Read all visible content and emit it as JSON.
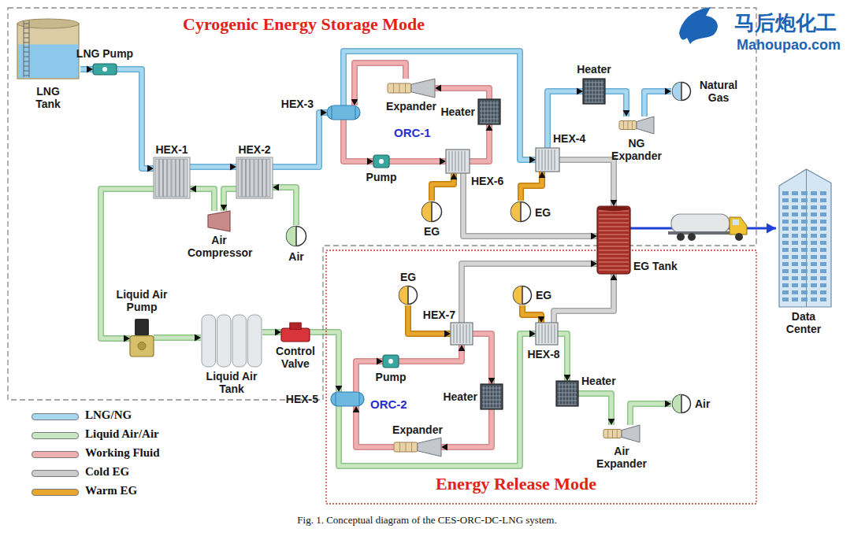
{
  "diagram": {
    "caption": "Fig. 1. Conceptual diagram of the CES-ORC-DC-LNG system.",
    "nodes": [
      {
        "text": [
          "LNG Tank"
        ]
      },
      {
        "text": [
          "LNG Pump"
        ]
      },
      {
        "text": [
          "HEX-1"
        ]
      },
      {
        "text": [
          "HEX-2"
        ]
      },
      {
        "text": [
          "Air Compressor"
        ]
      },
      {
        "text": [
          "Air"
        ]
      },
      {
        "text": [
          "HEX-3"
        ]
      },
      {
        "text": [
          "Expander"
        ]
      },
      {
        "text": [
          "Heater"
        ]
      },
      {
        "text": [
          "Pump"
        ]
      },
      {
        "text": [
          "HEX-6"
        ]
      },
      {
        "text": [
          "EG"
        ]
      },
      {
        "text": [
          "HEX-4"
        ]
      },
      {
        "text": [
          "EG"
        ]
      },
      {
        "text": [
          "Heater"
        ]
      },
      {
        "text": [
          "NG Expander"
        ]
      },
      {
        "text": [
          "Natural Gas"
        ]
      },
      {
        "text": [
          "EG Tank"
        ]
      },
      {
        "text": [
          "Data Center"
        ]
      },
      {
        "text": [
          "Liquid Air Pump"
        ]
      },
      {
        "text": [
          "Liquid Air Tank"
        ]
      },
      {
        "text": [
          "Control Valve"
        ]
      },
      {
        "text": [
          "HEX-5"
        ]
      },
      {
        "text": [
          "Pump"
        ]
      },
      {
        "text": [
          "HEX-7"
        ]
      },
      {
        "text": [
          "EG"
        ]
      },
      {
        "text": [
          "Heater"
        ]
      },
      {
        "text": [
          "Expander"
        ]
      },
      {
        "text": [
          "HEX-8"
        ]
      },
      {
        "text": [
          "EG"
        ]
      },
      {
        "text": [
          "Heater"
        ]
      },
      {
        "text": [
          "Air Expander"
        ]
      },
      {
        "text": [
          "Air"
        ]
      }
    ],
    "edges": [
      {
        "from": 0,
        "to": 1,
        "arrow": "to"
      },
      {
        "from": 1,
        "to": 2,
        "arrow": "to"
      },
      {
        "from": 2,
        "to": 3,
        "arrow": "to"
      },
      {
        "from": 3,
        "to": 6,
        "arrow": "to"
      },
      {
        "from": 6,
        "to": 12,
        "arrow": "to"
      },
      {
        "from": 12,
        "to": 14,
        "arrow": "to"
      },
      {
        "from": 14,
        "to": 15,
        "arrow": "to"
      },
      {
        "from": 15,
        "to": 16,
        "arrow": "to"
      },
      {
        "from": 5,
        "to": 3,
        "arrow": "to"
      },
      {
        "from": 3,
        "to": 4,
        "arrow": "to"
      },
      {
        "from": 4,
        "to": 2,
        "arrow": "to"
      },
      {
        "from": 2,
        "to": 19,
        "arrow": "to"
      },
      {
        "from": 19,
        "to": 20,
        "arrow": "to"
      },
      {
        "from": 20,
        "to": 21,
        "arrow": "to"
      },
      {
        "from": 21,
        "to": 22,
        "arrow": "to"
      },
      {
        "from": 22,
        "to": 28,
        "arrow": "to"
      },
      {
        "from": 28,
        "to": 30,
        "arrow": "to"
      },
      {
        "from": 30,
        "to": 31,
        "arrow": "to"
      },
      {
        "from": 31,
        "to": 32,
        "arrow": "to"
      },
      {
        "from": 9,
        "to": 10,
        "arrow": "to"
      },
      {
        "from": 10,
        "to": 8,
        "arrow": "to"
      },
      {
        "from": 8,
        "to": 7,
        "arrow": "to"
      },
      {
        "from": 7,
        "to": 6,
        "arrow": "to"
      },
      {
        "from": 6,
        "to": 9,
        "arrow": "to"
      },
      {
        "from": 11,
        "to": 10,
        "arrow": "to"
      },
      {
        "from": 10,
        "to": 17,
        "arrow": "to"
      },
      {
        "from": 13,
        "to": 12,
        "arrow": "to"
      },
      {
        "from": 12,
        "to": 17,
        "arrow": "to"
      },
      {
        "from": 17,
        "to": 18,
        "arrow": "to"
      },
      {
        "from": 25,
        "to": 24,
        "arrow": "to"
      },
      {
        "from": 24,
        "to": 17,
        "arrow": "to"
      },
      {
        "from": 29,
        "to": 28,
        "arrow": "to"
      },
      {
        "from": 28,
        "to": 17,
        "arrow": "to"
      },
      {
        "from": 23,
        "to": 24,
        "arrow": "to"
      },
      {
        "from": 24,
        "to": 26,
        "arrow": "to"
      },
      {
        "from": 26,
        "to": 27,
        "arrow": "to"
      },
      {
        "from": 27,
        "to": 22,
        "arrow": "to"
      },
      {
        "from": 22,
        "to": 23,
        "arrow": "to"
      }
    ],
    "labels": [
      "Cyrogenic Energy Storage Mode",
      "ORC-1",
      "ORC-2",
      "Energy Release Mode",
      "马后炮化工",
      "Mahoupao.com"
    ],
    "legend": [
      {
        "text": "LNG/NG",
        "color": "#a8d8ef"
      },
      {
        "text": "Liquid Air/Air",
        "color": "#c8e6c0"
      },
      {
        "text": "Working Fluid",
        "color": "#eeb0b0"
      },
      {
        "text": "Cold EG",
        "color": "#cccccc"
      },
      {
        "text": "Warm EG",
        "color": "#e9a62c"
      }
    ]
  }
}
